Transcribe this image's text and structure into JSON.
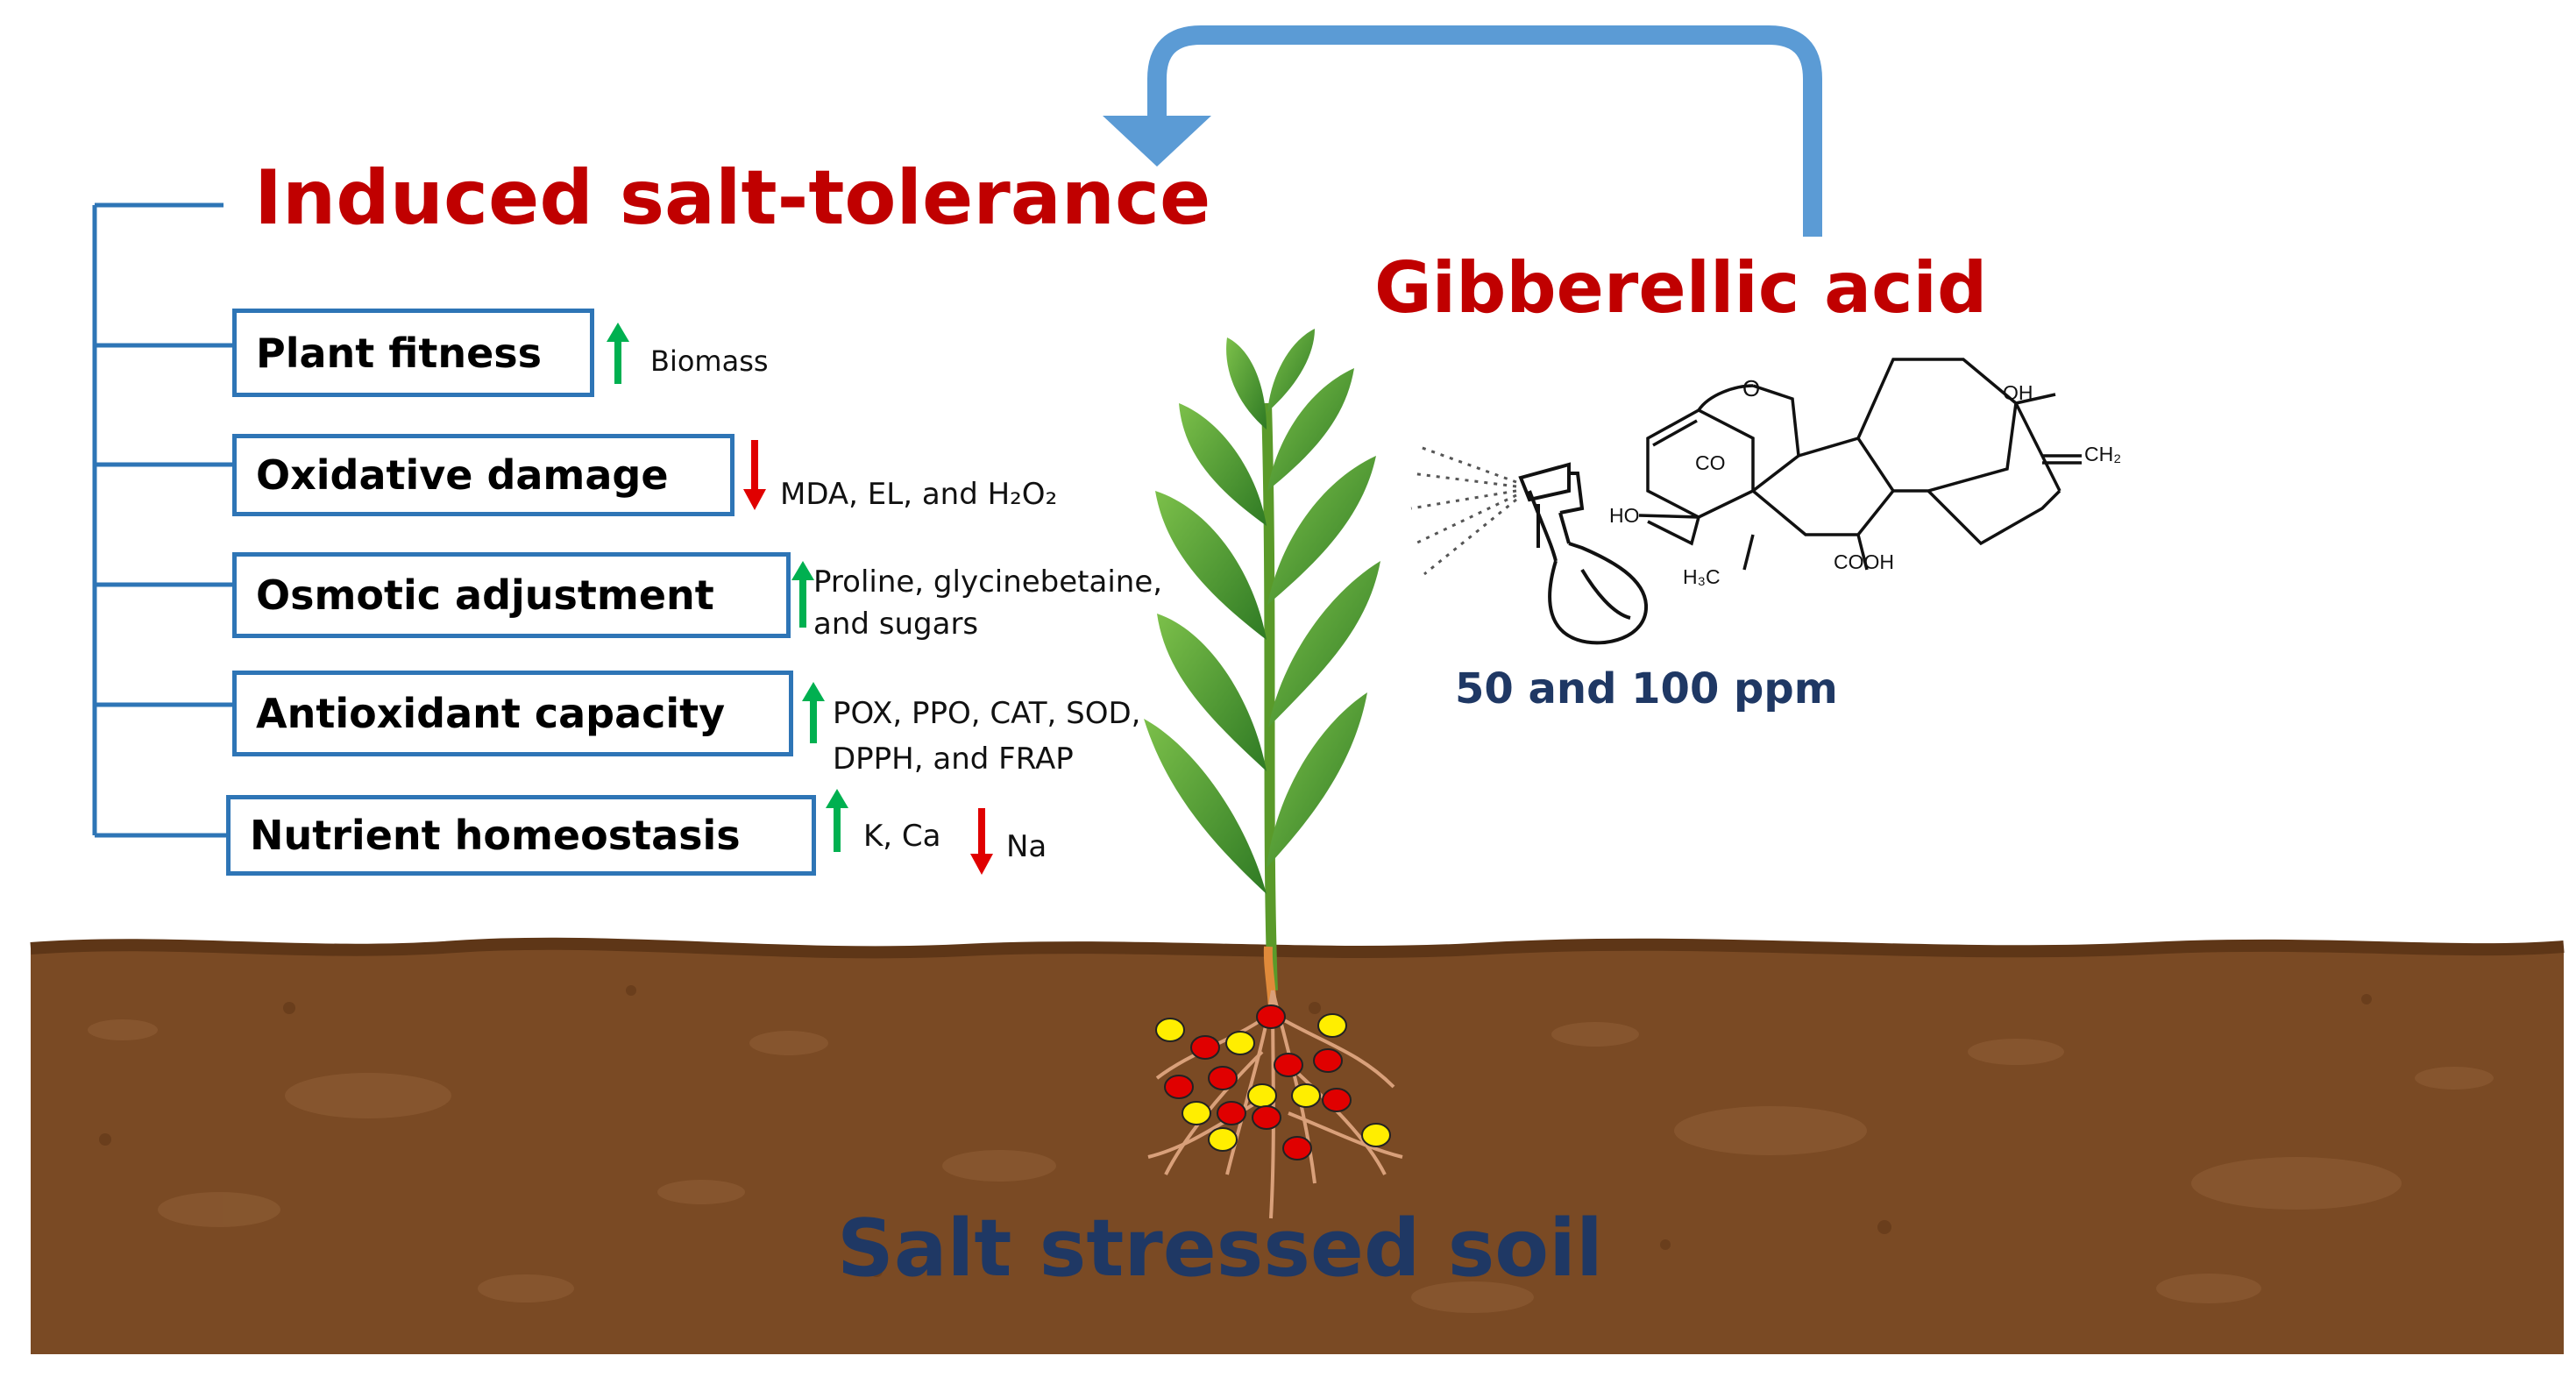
{
  "figure": {
    "main_title": "Induced salt-tolerance",
    "treatment_title": "Gibberellic acid",
    "dose": "50 and 100 ppm",
    "soil_label": "Salt stressed soil",
    "boxes": [
      {
        "label": "Plant fitness",
        "direction": "up",
        "effect": "Biomass"
      },
      {
        "label": "Oxidative damage",
        "direction": "down",
        "effect": "MDA, EL, and H₂O₂"
      },
      {
        "label": "Osmotic adjustment",
        "direction": "up",
        "effect": "Proline, glycinebetaine,",
        "effect2": "and sugars"
      },
      {
        "label": "Antioxidant capacity",
        "direction": "up",
        "effect": "POX, PPO, CAT, SOD,",
        "effect2": "DPPH, and FRAP"
      },
      {
        "label": "Nutrient homeostasis",
        "direction": "up",
        "effect": "K, Ca",
        "direction2": "down",
        "effect2": "Na"
      }
    ],
    "molecule_labels": {
      "oh_top": "OH",
      "o_bridge": "O",
      "co": "CO",
      "ch2": "CH₂",
      "ho": "HO",
      "h3c": "H₃C",
      "cooh": "COOH"
    },
    "colors": {
      "accent_blue": "#2e75b6",
      "title_red": "#c00000",
      "navy": "#1f3864",
      "up_arrow": "#00b050",
      "down_arrow": "#e00000",
      "soil": "#7a4a24",
      "ion_red": "#e00000",
      "ion_yellow": "#ffee00"
    },
    "icons": [
      "spray-bottle-icon",
      "plant-icon",
      "up-arrow-icon",
      "down-arrow-icon",
      "ion-icon"
    ]
  }
}
